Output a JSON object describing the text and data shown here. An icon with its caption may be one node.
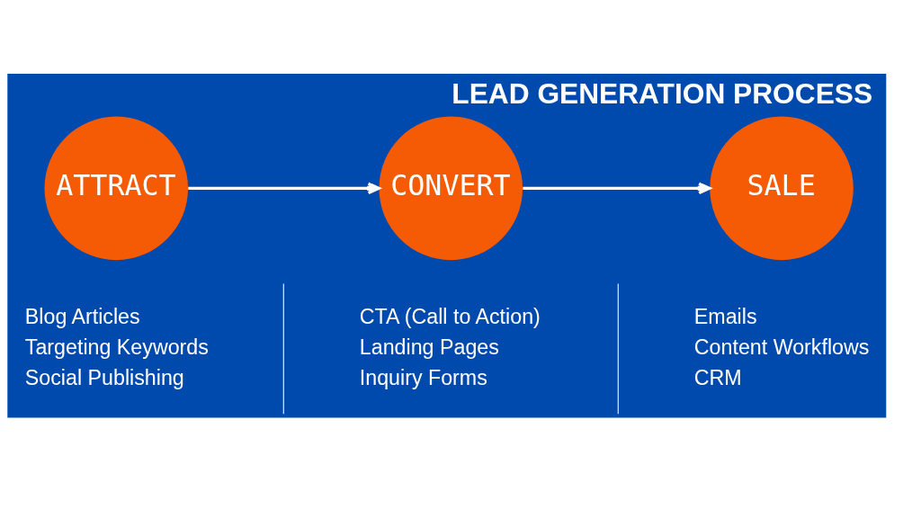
{
  "diagram": {
    "title": "LEAD GENERATION PROCESS",
    "nodes": [
      {
        "text": [
          "ATTRACT"
        ],
        "beside": [
          "Blog Articles",
          "Targeting Keywords",
          "Social Publishing"
        ]
      },
      {
        "text": [
          "CONVERT"
        ],
        "beside": [
          "CTA (Call to Action)",
          "Landing Pages",
          "Inquiry Forms"
        ]
      },
      {
        "text": [
          "SALE"
        ],
        "beside": [
          "Emails",
          "Content Workflows",
          "CRM"
        ]
      }
    ],
    "edges": [
      {
        "from": 0,
        "to": 1,
        "arrow": "to"
      },
      {
        "from": 1,
        "to": 2,
        "arrow": "to"
      }
    ]
  }
}
